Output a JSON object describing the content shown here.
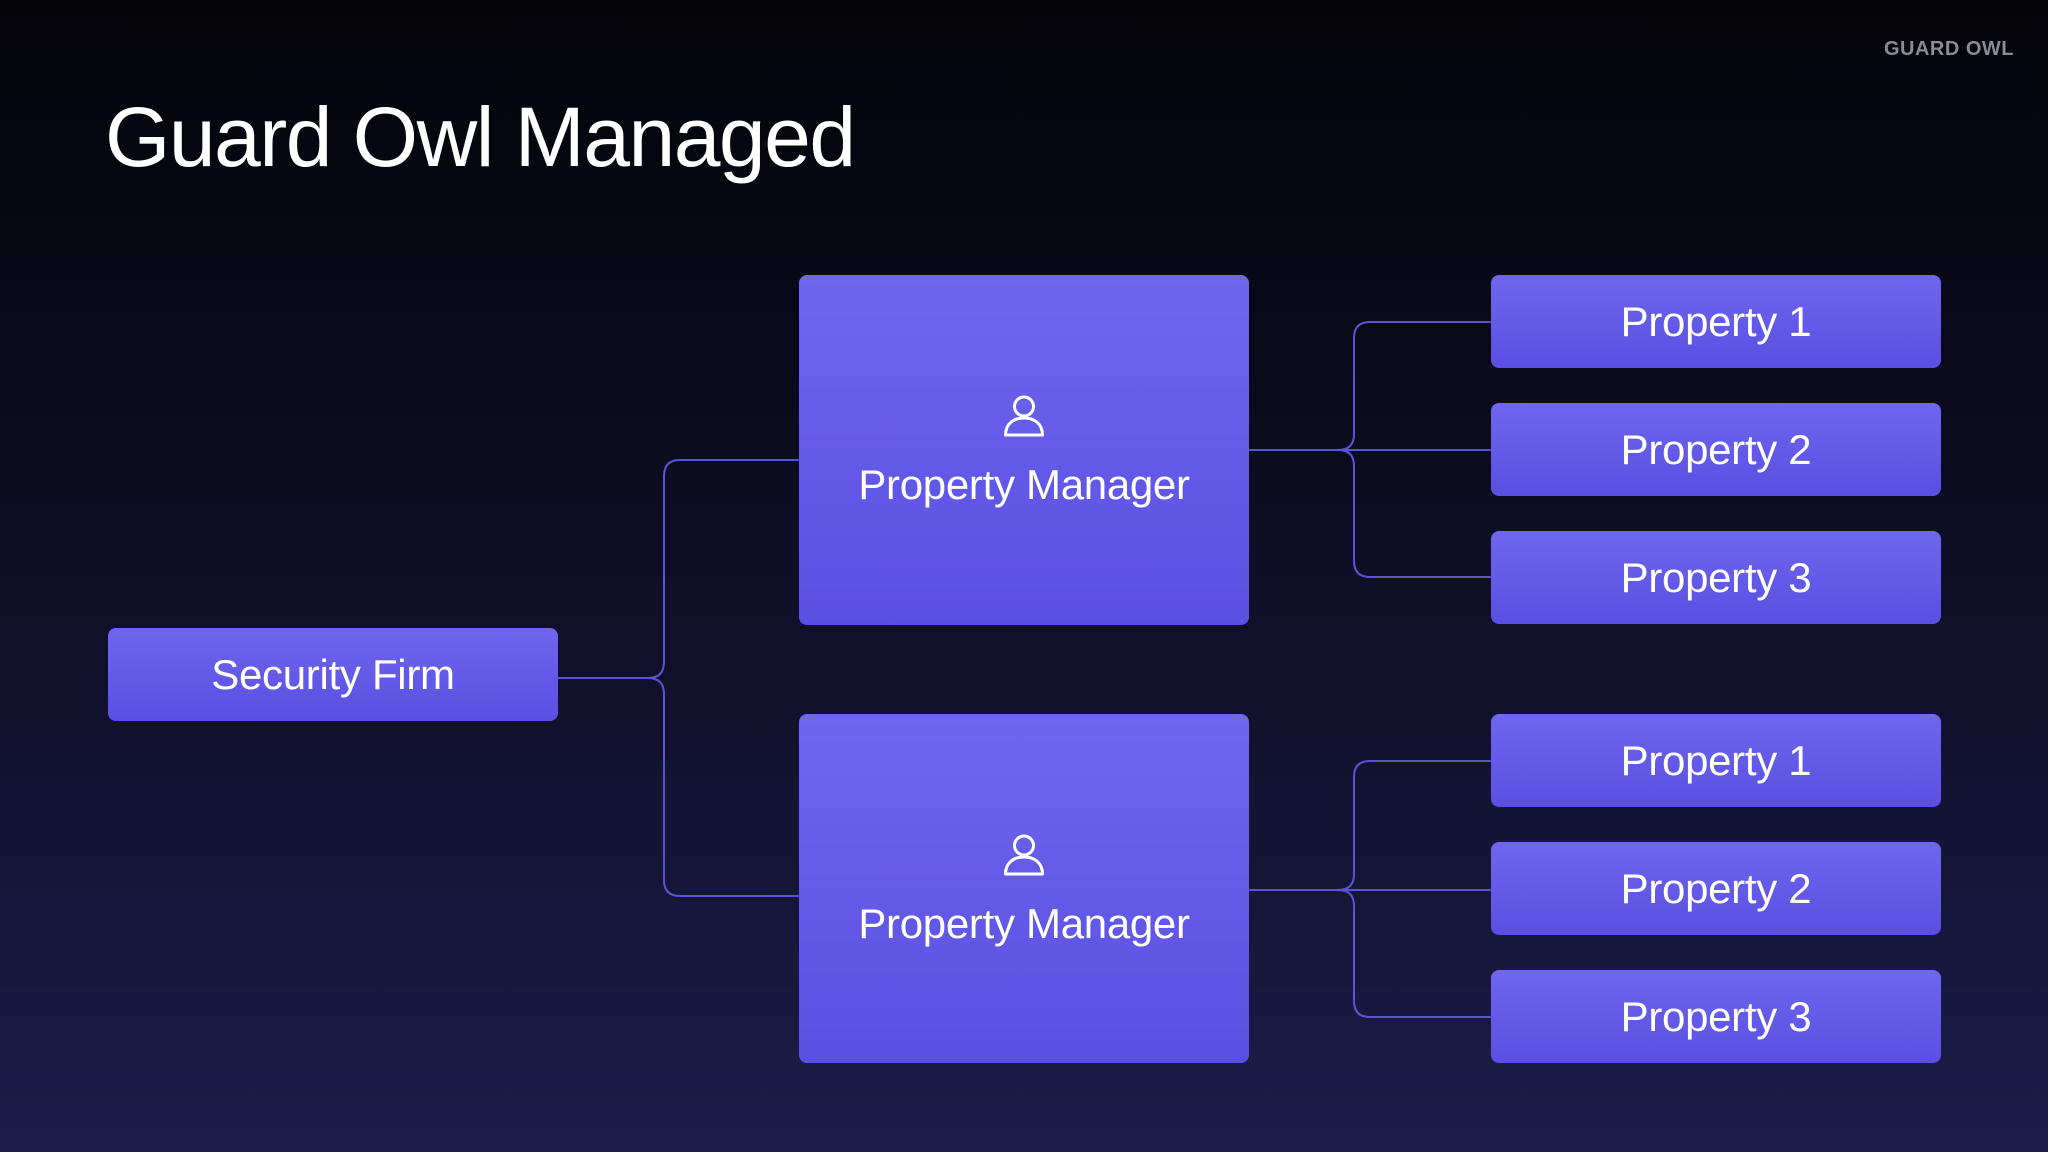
{
  "brand": "GUARD OWL",
  "title": "Guard Owl Managed",
  "colors": {
    "node_top": "#6f66ee",
    "node_bottom": "#5a4fe2",
    "connector": "#5b53d6",
    "brand_text": "#8b8b96"
  },
  "root": {
    "label": "Security Firm"
  },
  "managers": [
    {
      "icon": "user-icon",
      "label": "Property Manager",
      "properties": [
        "Property 1",
        "Property 2",
        "Property 3"
      ]
    },
    {
      "icon": "user-icon",
      "label": "Property Manager",
      "properties": [
        "Property 1",
        "Property 2",
        "Property 3"
      ]
    }
  ]
}
